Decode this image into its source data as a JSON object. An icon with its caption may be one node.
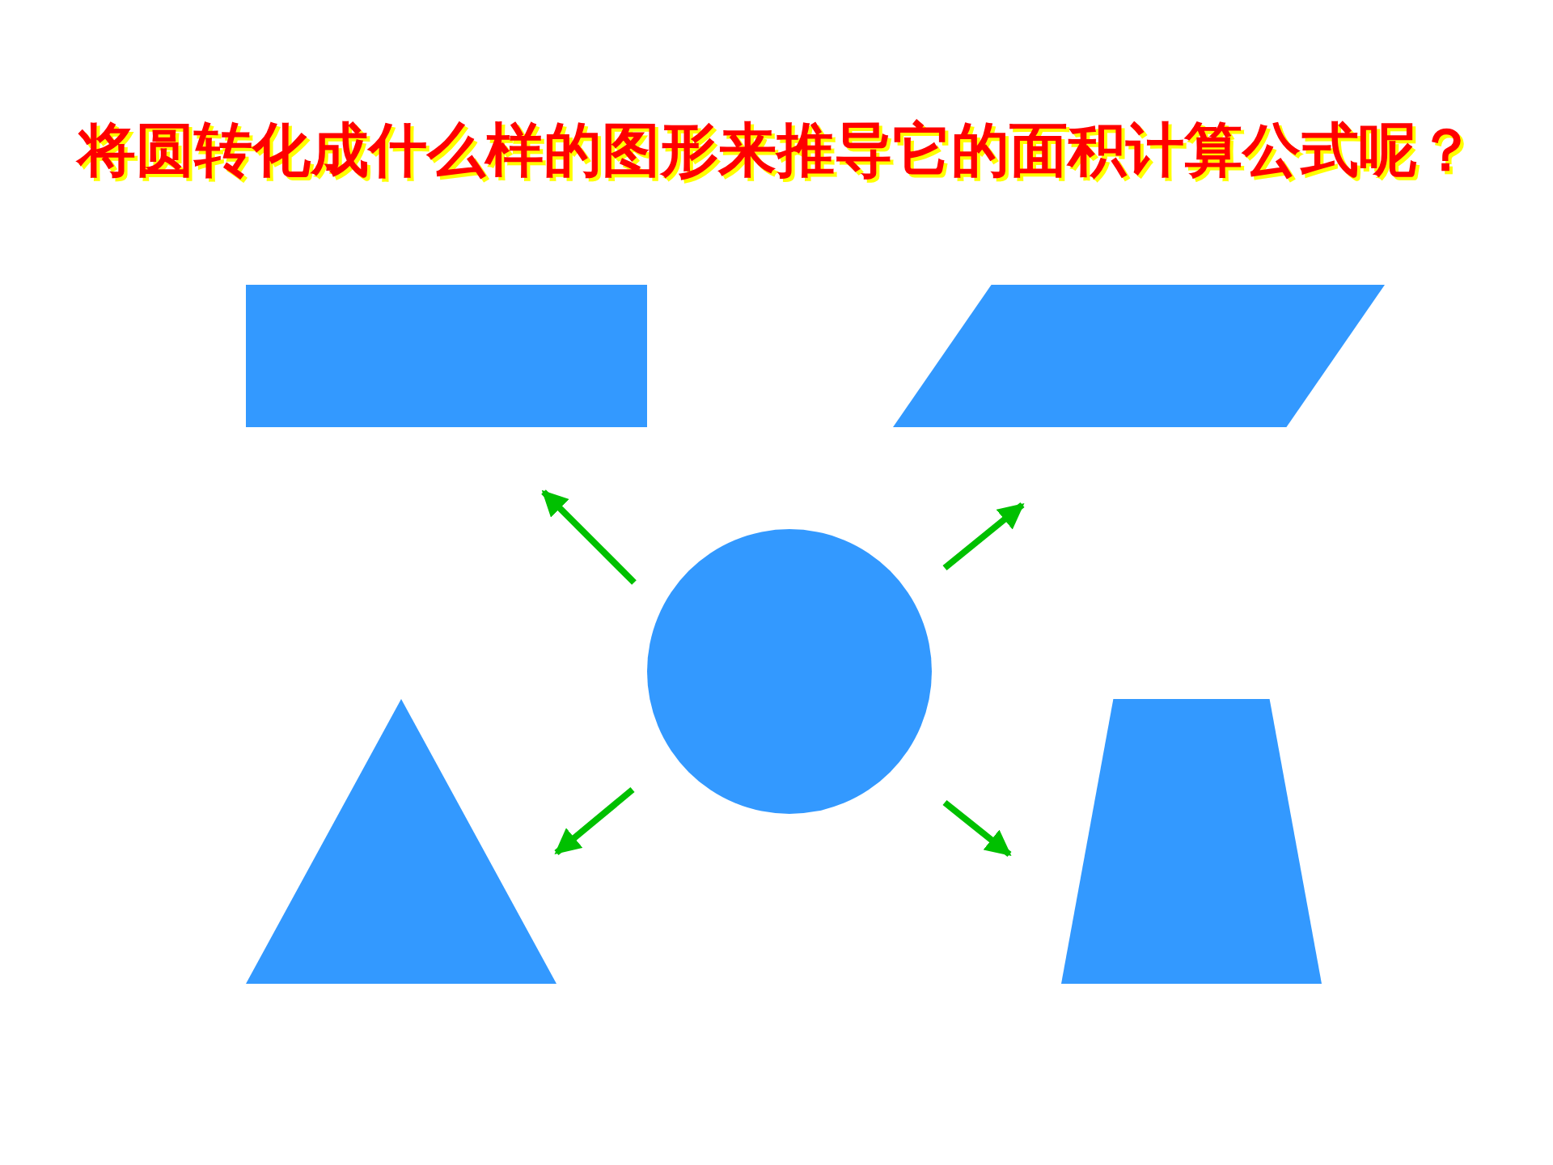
{
  "diagram": {
    "title": "将圆转化成什么样的图形来推导它的面积计算公式呢？",
    "nodes": [
      {
        "text": [],
        "shape": "box"
      },
      {
        "text": [],
        "shape": "parallelogram"
      },
      {
        "text": [],
        "shape": "circle"
      },
      {
        "text": [],
        "shape": "triangle"
      },
      {
        "text": [],
        "shape": "trapezoid"
      }
    ],
    "edges": [
      {
        "from": 2,
        "to": 0,
        "arrow": "to"
      },
      {
        "from": 2,
        "to": 1,
        "arrow": "to"
      },
      {
        "from": 2,
        "to": 3,
        "arrow": "to"
      },
      {
        "from": 2,
        "to": 4,
        "arrow": "to"
      }
    ]
  }
}
